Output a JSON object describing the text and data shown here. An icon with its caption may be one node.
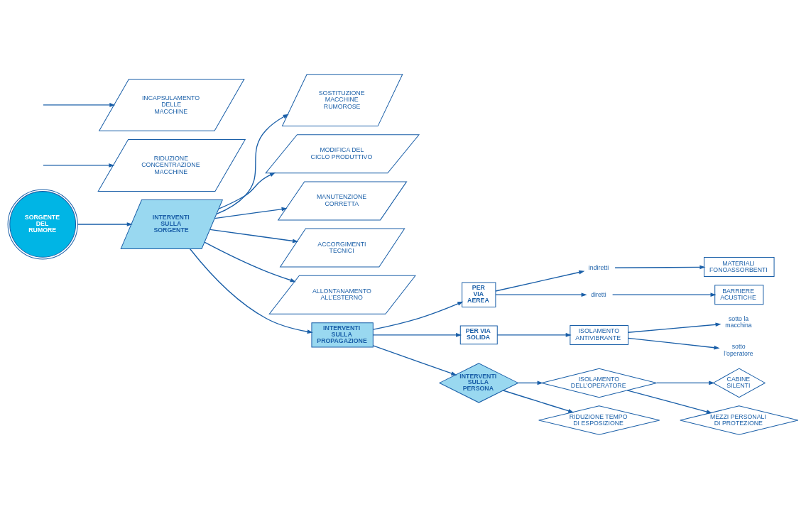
{
  "diagram": {
    "nodes": [
      {
        "text": [
          "SORGENTE DEL RUMORE"
        ]
      },
      {
        "text": [
          "INTERVENTI SULLA SORGENTE"
        ]
      },
      {
        "text": [
          "SOSTITUZIONE MACCHINE RUMOROSE"
        ]
      },
      {
        "text": [
          "MODIFICA DEL CICLO PRODUTTIVO"
        ]
      },
      {
        "text": [
          "MANUTENZIONE CORRETTA"
        ]
      },
      {
        "text": [
          "ACCORGIMENTI TECNICI"
        ]
      },
      {
        "text": [
          "ALLONTANAMENTO ALL’ESTERNO"
        ]
      },
      {
        "text": [
          "RIDUZIONE CONCENTRAZIONE MACCHINE"
        ]
      },
      {
        "text": [
          "INCAPSULAMENTO DELLE MACCHINE"
        ]
      },
      {
        "text": [
          "INTERVENTI SULLA PROPAGAZIONE"
        ]
      },
      {
        "text": [
          "PER VIA AEREA"
        ]
      },
      {
        "text": [
          "indiretti"
        ]
      },
      {
        "text": [
          "diretti"
        ]
      },
      {
        "text": [
          "MATERIALI FONOASSORBENTI"
        ]
      },
      {
        "text": [
          "BARRIERE ACUSTICHE"
        ]
      },
      {
        "text": [
          "PER VIA SOLIDA"
        ]
      },
      {
        "text": [
          "ISOLAMENTO ANTIVIBRANTE"
        ]
      },
      {
        "text": [
          "sotto la macchina"
        ]
      },
      {
        "text": [
          "sotto l’operatore"
        ]
      },
      {
        "text": [
          "INTERVENTI SULLA PERSONA"
        ]
      },
      {
        "text": [
          "ISOLAMENTO DELL’OPERATORE"
        ]
      },
      {
        "text": [
          "CABINE SILENTI"
        ]
      },
      {
        "text": [
          "MEZZI PERSONALI DI PROTEZIONE"
        ]
      },
      {
        "text": [
          "RIDUZIONE TEMPO DI ESPOSIZIONE"
        ]
      }
    ],
    "edges": [
      {
        "from": 0,
        "to": 1,
        "arrow": "to"
      },
      {
        "from": 1,
        "to": 2,
        "arrow": "to"
      },
      {
        "from": 1,
        "to": 3,
        "arrow": "to"
      },
      {
        "from": 1,
        "to": 4,
        "arrow": "to"
      },
      {
        "from": 1,
        "to": 5,
        "arrow": "to"
      },
      {
        "from": 1,
        "to": 6,
        "arrow": "to"
      },
      {
        "from": null,
        "to": 7,
        "arrow": "to"
      },
      {
        "from": null,
        "to": 8,
        "arrow": "to"
      },
      {
        "from": 1,
        "to": 9,
        "arrow": "to"
      },
      {
        "from": 9,
        "to": 10,
        "arrow": "to"
      },
      {
        "from": 10,
        "to": 11,
        "arrow": "to"
      },
      {
        "from": 10,
        "to": 12,
        "arrow": "to"
      },
      {
        "from": 11,
        "to": 13,
        "arrow": "to"
      },
      {
        "from": 12,
        "to": 14,
        "arrow": "to"
      },
      {
        "from": 9,
        "to": 15,
        "arrow": "to"
      },
      {
        "from": 15,
        "to": 16,
        "arrow": "to"
      },
      {
        "from": 16,
        "to": 17,
        "arrow": "to"
      },
      {
        "from": 16,
        "to": 18,
        "arrow": "to"
      },
      {
        "from": 9,
        "to": 19,
        "arrow": "to"
      },
      {
        "from": 19,
        "to": 20,
        "arrow": "to"
      },
      {
        "from": 20,
        "to": 21,
        "arrow": "to"
      },
      {
        "from": 20,
        "to": 22,
        "arrow": "to"
      },
      {
        "from": 19,
        "to": 23,
        "arrow": "to"
      }
    ]
  }
}
